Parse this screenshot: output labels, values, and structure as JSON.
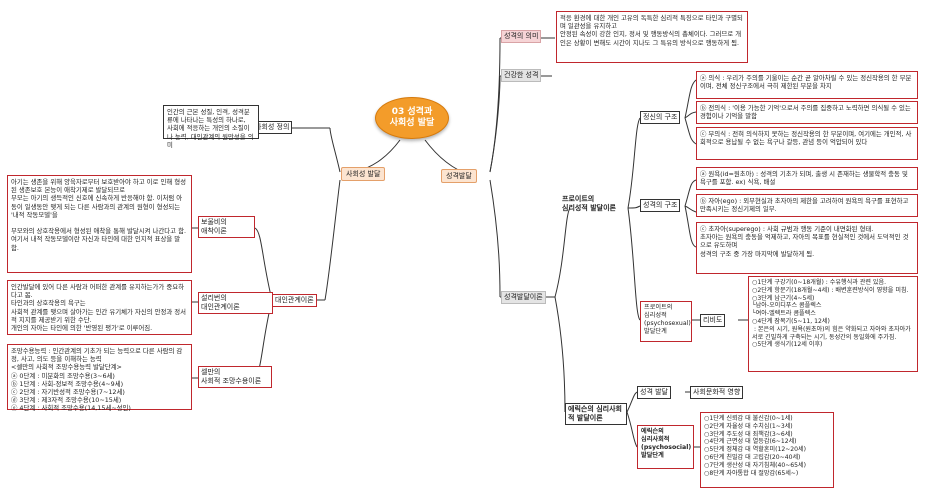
{
  "center": "03 성격과\n사회성 발달",
  "branches": {
    "personality": "성격발달",
    "social": "사회성 발달"
  },
  "personality": {
    "meaning": {
      "label": "성격의 의미",
      "text": "적응 환경에 대한 개인 고유의 독특한 심리적 특징으로 타인과 구별되며 일관성을 유지하고\n안정된 속성이 강한 인지, 정서 및 행동방식의 총체이다. 그러므로 개인은 상황이 변해도 시간이 지나도 그 특유의 방식으로 행동하게 됨."
    },
    "healthy": {
      "label": "건강한 성격"
    },
    "theory": {
      "label": "성격발달이론"
    },
    "freud": {
      "label": "프로이트의\n심리성적 발달이론",
      "mind": {
        "label": "정신의 구조",
        "items": [
          "ⓐ 의식 : 우리가 주의를 기울이는 순간 곧 알아차릴 수 있는 정신작용의 한 부분이며, 전체 정신구조에서 극히 제한된 부분을 차지",
          "ⓑ 전의식 : '이용 가능한 기억'으로서 주의를 집중하고 노력하면 의식될 수 있는 경험이나 기억을 말함",
          "ⓒ 무의식 : 전혀 의식하지 못하는 정신작용의 한 부분이며, 여기에는 개인적, 사회적으로 용납될 수 없는 욕구나 갈등, 관념 등이 억압되어 있다"
        ]
      },
      "personality": {
        "label": "성격의 구조",
        "items": [
          "ⓐ 원욕(id=원초아) : 성격의 기초가 되며, 출생 시 존재하는 생물학적 충동 및 욕구를 포함. ex) 식욕, 배설",
          "ⓑ 자아(ego) : 외부현실과 초자아의 제한을 고려하여 원욕의 욕구를 표현하고 만족시키는 정신기제의 일부.",
          "ⓒ 초자아(superego) : 사회 규범과 행동 기준이 내면화된 형태.\n초자아는 원욕의 충동을 억제하고, 자아의 목표를 현실적인 것에서 도덕적인 것으로 유도하며\n성격의 구조 중 가장 마지막에 발달하게 됨."
        ]
      },
      "psychosexual": {
        "label": "프로이트의\n심리성적\n(psychosexual)\n발달단계",
        "libido": "리비도",
        "stages": "○1단계 구강기(0~18개월) : 수유행식과 관련 있음.\n○2단계 항문기(18개월~4세) : 배변훈련방식이 영향을 미침.\n○3단계 남근기(4~5세)\n└남아-오이디푸스 콤플렉스\n└여아-엘렉트라 콤플렉스\n○4단계 잠복기(5~11, 12세)\n : 본은의 시기, 원욕(원초아)의 힘은 약화되고 자아와 초자아가 서로 긴밀하게 구축되는 시기, 동성간의 동일화에 주가짐.\n○5단계 생식기(12세 이후)"
      }
    },
    "erikson": {
      "label": "에릭슨의 심리사회\n적 발달이론",
      "personality_dev": "성격 발달",
      "social_influence": "사회문화적 영향",
      "psychosocial": {
        "label": "에릭슨의\n심리사회적\n(psychosocial)\n발달단계",
        "stages": "○1단계 신뢰감 대 불신감(0~1세)\n○2단계 자율성 대 수치심(1~3세)\n○3단계 주도성 대 죄책감(3~6세)\n○4단계 근면성 대 열등감(6~12세)\n○5단계 정체감 대 역할혼미(12~20세)\n○6단계 친밀감 대 고립감(20~40세)\n○7단계 생산성 대 자기침체(40~65세)\n○8단계 자아통합 대 절망감(65세~)"
      }
    }
  },
  "social": {
    "definition": {
      "label": "사회성 정의",
      "text": "인간의 근본 성질, 인격, 성격분류에 나타나는 특성의 하나로,\n사회에 적응하는 개인의 소질이나 능력, 대인관계의 원만성을 의미"
    },
    "interpersonal": {
      "label": "대인관계이론"
    },
    "bowlby": {
      "label": "보울비의\n애착이론",
      "text": "아기는 생존을 위해 양육자로부터 보호받아야 하고 이로 인해 형성된 생존보호 본능이 애착기제로 발달되므로\n부모는 아기의 생득적인 신호에 신속하게 반응해야 함. 이처럼 아동이 일생동안 맺게 되는 다른 사람과의 관계의 원형이 형성되는 '내적 작동모델'을\n\n부모와의 상호작용에서 형성된 애착을 통해 발달시켜 나간다고 함.\n여기서 내적 작동모델이란 자신과 타인에 대한 인지적 표상을 말함."
    },
    "sullivan": {
      "label": "설리번의\n대인관계이론",
      "text": "인간발달에 있어 다른 사람과 어떠한 관계를 유지하는가가 중요하다고 봄.\n타인과의 상호작용의 욕구는\n사회적 관계를 맺으며 살아가는 인간 유기체가 자신의 안정과 정서적 지지를 제공받기 위한 수단.\n개인의 자아는 타인에 의한 '반영된 평가'로 이루어짐."
    },
    "selman": {
      "label": "셀만의\n사회적 조망수용이론",
      "text": "조망수용능력 : 인간관계의 기초가 되는 능력으로 다른 사람의 감정, 사고, 의도 등을 이해하는 능력\n<셀만의 사회적 조망수용능력 발달단계>\nⓐ 0단계 : 미분화의 조망수용(3~6세)\nⓑ 1단계 : 사회-정보적 조망수용(4~9세)\nⓒ 2단계 : 자기반성적 조망수용(7~12세)\nⓓ 3단계 : 제3자적 조망수용(10~15세)\nⓔ 4단계 : 사회적 조망수용(14,15세~성인)"
    }
  }
}
